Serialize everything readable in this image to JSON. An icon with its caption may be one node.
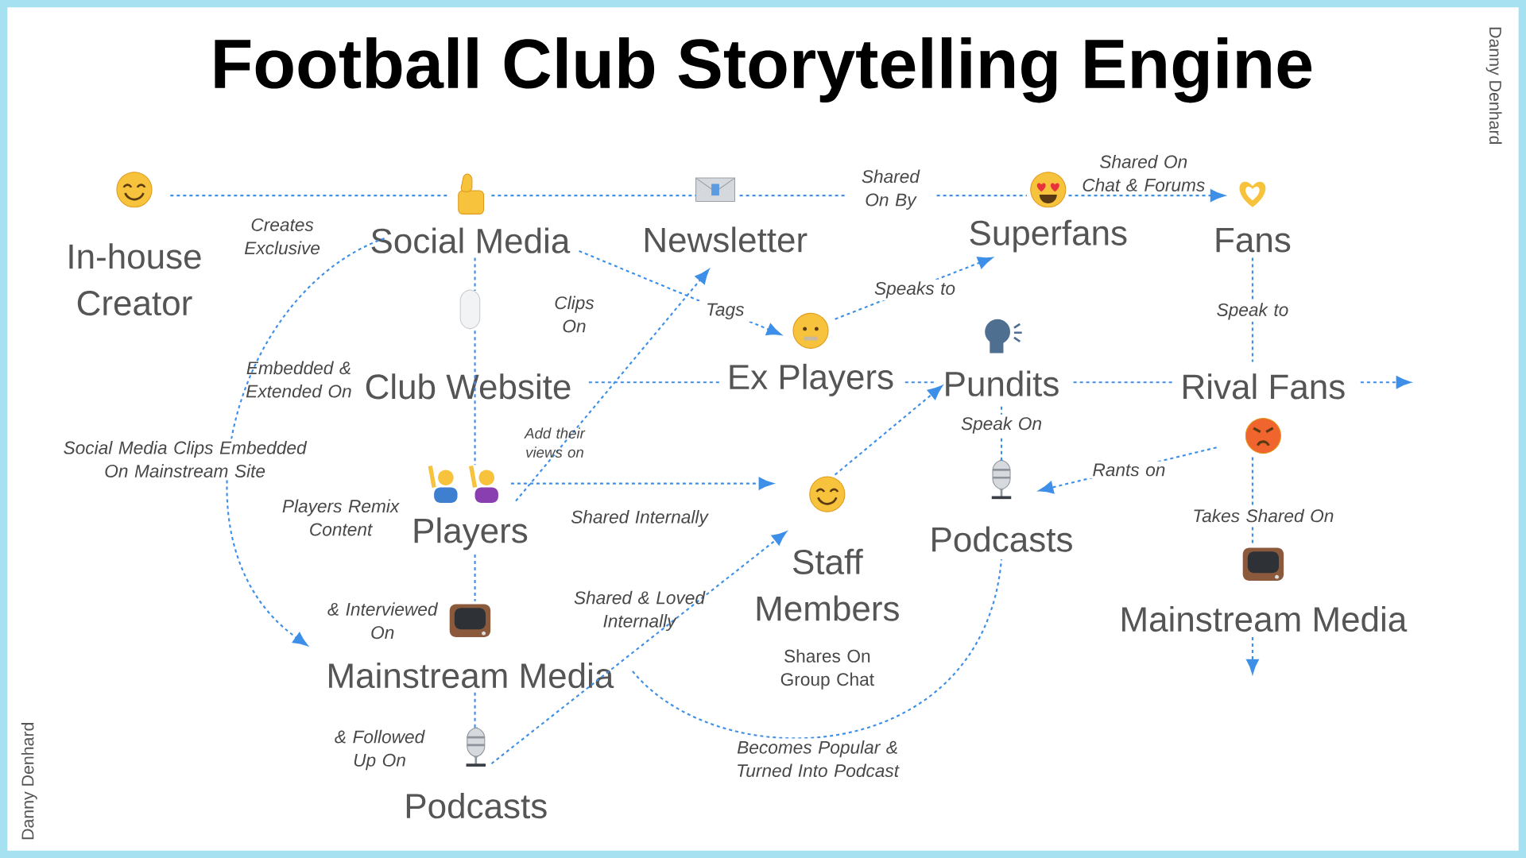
{
  "diagram": {
    "title": "Football Club Storytelling Engine",
    "nodes": [
      {
        "text": [
          "In-house Creator"
        ]
      },
      {
        "text": [
          "Social Media"
        ]
      },
      {
        "text": [
          "Newsletter"
        ]
      },
      {
        "text": [
          "Superfans"
        ]
      },
      {
        "text": [
          "Fans"
        ]
      },
      {
        "text": [
          "Club Website"
        ]
      },
      {
        "text": [
          "Ex Players"
        ]
      },
      {
        "text": [
          "Pundits"
        ]
      },
      {
        "text": [
          "Rival Fans"
        ]
      },
      {
        "text": [
          "Players"
        ]
      },
      {
        "text": [
          "Staff Members"
        ]
      },
      {
        "text": [
          "Podcasts"
        ]
      },
      {
        "text": [
          "Mainstream Media"
        ]
      },
      {
        "text": [
          "Mainstream Media"
        ]
      },
      {
        "text": [
          "Podcasts"
        ]
      }
    ],
    "edges": [
      {
        "from": 0,
        "to": 1,
        "arrow": "none",
        "label": "Creates Exclusive"
      },
      {
        "from": 1,
        "to": 2,
        "arrow": "none"
      },
      {
        "from": 2,
        "to": 3,
        "arrow": "none",
        "label": "Shared On By"
      },
      {
        "from": 3,
        "to": 4,
        "arrow": "to",
        "label": "Shared On Chat & Forums"
      },
      {
        "from": 1,
        "to": 6,
        "arrow": "to",
        "label": "Tags"
      },
      {
        "from": 6,
        "to": 3,
        "arrow": "to",
        "label": "Speaks to"
      },
      {
        "from": 4,
        "to": 8,
        "arrow": "none",
        "label": "Speak to"
      },
      {
        "from": 8,
        "to": null,
        "arrow": "to"
      },
      {
        "from": 1,
        "to": 5,
        "arrow": "none",
        "label": "Clips On"
      },
      {
        "from": 5,
        "to": 6,
        "arrow": "none"
      },
      {
        "from": 6,
        "to": 7,
        "arrow": "none"
      },
      {
        "from": 7,
        "to": 8,
        "arrow": "none"
      },
      {
        "from": 5,
        "to": 9,
        "arrow": "none"
      },
      {
        "from": 9,
        "to": 2,
        "arrow": "to",
        "label": "Add their views on"
      },
      {
        "from": 9,
        "to": 10,
        "arrow": "to",
        "label": "Shared Internally"
      },
      {
        "from": 10,
        "to": 7,
        "arrow": "to"
      },
      {
        "from": 14,
        "to": 10,
        "arrow": "to",
        "label": "Shared & Loved Internally"
      },
      {
        "from": 7,
        "to": 11,
        "arrow": "none",
        "label": "Speak On"
      },
      {
        "from": 8,
        "to": 11,
        "arrow": "to",
        "label": "Rants on"
      },
      {
        "from": 8,
        "to": 12,
        "arrow": "none",
        "label": "Takes Shared On"
      },
      {
        "from": 12,
        "to": null,
        "arrow": "to"
      },
      {
        "from": 9,
        "to": 13,
        "arrow": "none",
        "label": "& Interviewed On"
      },
      {
        "from": 13,
        "to": 14,
        "arrow": "none",
        "label": "& Followed Up On"
      },
      {
        "from": 1,
        "to": 13,
        "arrow": "to",
        "label": "Social Media Clips Embedded On Mainstream Site"
      },
      {
        "from": 13,
        "to": 11,
        "arrow": "none",
        "label": "Becomes Popular & Turned Into Podcast"
      }
    ],
    "labels": [
      "Danny Denhard",
      "Embedded & Extended On",
      "Players Remix Content",
      "Shares On Group Chat",
      "Danny Denhard"
    ]
  }
}
